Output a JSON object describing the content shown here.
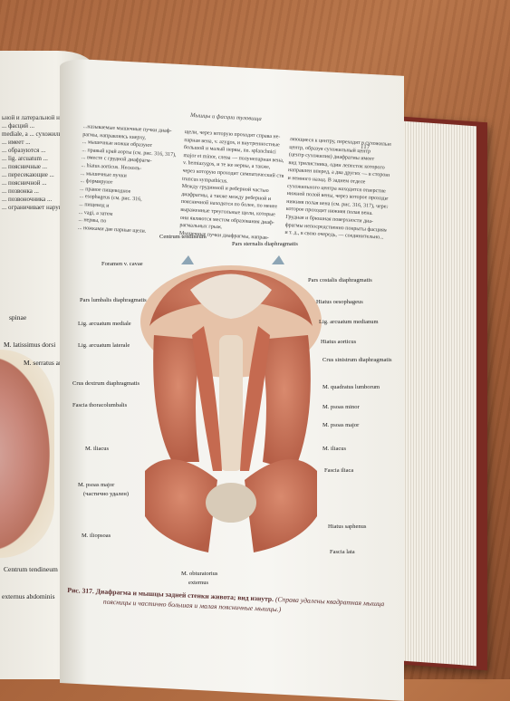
{
  "right_page": {
    "header": "Мышцы и фасции туловища",
    "page_number": "117",
    "col1": [
      "...называемые мышечные пучки диаф-",
      "рагмы, направляясь кверху,",
      "... мышечные ножки образуют",
      "... правый край аорты (см. рис. 316, 317),",
      "... вместе с грудной диафрагм-",
      "... hiatus aorticus. Несколь-",
      "... мышечные пучки",
      "... формируют",
      "... правое пищеводное",
      "... esophageus (см. рис. 316,",
      "... пищевод и",
      "... vagi, а затем",
      "... нервы, по",
      "... ножками две парные щели."
    ],
    "col2": [
      "щели, через которую проходят справа не-",
      "парная вена, v. azygos, и внутренностные",
      "большой и малый нервы, nn. splanchnici",
      "major et minor, слева — полунепарная вена,",
      "v. hemiazygos, и те же нервы, а также,",
      "через которую проходит симпатический ствол,",
      "truncus sympathicus.",
      "Между грудинной и реберной частью",
      "диафрагмы, а также между реберной и",
      "поясничной находятся по более, по менее",
      "выраженные треугольные щели, которые",
      "они являются местом образования диаф-",
      "рагмальных грыж.",
      "Мышечные пучки диафрагмы, направ-"
    ],
    "col3": [
      "ляющиеся к центру, переходят в сухожильный",
      "центр, образуя сухожильный центр",
      "(центр сухожилия) диафрагмы имеет",
      "вид трилистника, один лепесток которого",
      "направлен вперед, а два других — в стороны",
      "и немного назад. В заднем отделе",
      "сухожильного центра находится отверстие",
      "нижней полой вены, через которое проходит",
      "нижняя полая вена (см. рис. 316, 317), через",
      "которое проходит нижняя полая вена.",
      "Грудная и брюшная поверхности диа-",
      "фрагмы непосредственно покрыты фасциями",
      "и т. д., в свою очередь, — соединительно..."
    ],
    "figure_labels": {
      "centrum_tendineum": "Centrum tendineum",
      "pars_sternalis": "Pars sternalis diaphragmatis",
      "foramen_v_cavae": "Foramen v. cavae",
      "pars_costalis": "Pars costalis diaphragmatis",
      "pars_lumbalis": "Pars lumbalis diaphragmatis",
      "hiatus_oesophageus": "Hiatus oesophageus",
      "lig_arcuatum_mediale": "Lig. arcuatum mediale",
      "lig_arcuatum_medianum": "Lig. arcuatum medianum",
      "lig_arcuatum_laterale": "Lig. arcuatum laterale",
      "hiatus_aorticus": "Hiatus aorticus",
      "crus_sinistrum": "Crus sinistrum diaphragmatis",
      "crus_dextrum": "Crus dextrum diaphragmatis",
      "m_quadratus_lumborum": "M. quadratus lumborum",
      "fascia_thoracolumbalis": "Fascia thoracolumbalis",
      "m_psoas_minor": "M. psoas minor",
      "m_psoas_major_right": "M. psoas major",
      "m_iliacus_left": "M. iliacus",
      "m_iliacus_right": "M. iliacus",
      "fascia_iliaca": "Fascia iliaca",
      "m_psoas_major_left": "M. psoas major",
      "m_psoas_major_note": "(частично удален)",
      "m_iliopsoas": "M. iliopsoas",
      "hiatus_saphenus": "Hiatus saphenus",
      "fascia_lata": "Fascia lata",
      "m_obturatorius_1": "M. obturatorius",
      "m_obturatorius_2": "externus"
    },
    "caption_main": "Рис. 317. Диафрагма и мышцы задней стенки живота; вид изнутр.",
    "caption_italic_1": "(Справа удалены квадратная мышца",
    "caption_italic_2": "поясницы и частично большая и малая поясничные мышцы.)"
  },
  "left_page": {
    "text": [
      "ьной и латеральной наружных",
      "... фасций ...",
      "mediale, а ... сухожилия ...",
      "... имеет ...",
      "... образуются ...",
      "... lig. arcuatum ...",
      "... поясничные ...",
      "... пересекающие ...",
      "... поясничной ...",
      "... позвонка ...",
      "... позвоночника ...",
      "... ограничивает нарушения ..."
    ],
    "labels": {
      "spinae": "spinae",
      "latissimus": "M. latissimus dorsi",
      "serratus": "M. serratus anterior",
      "centrum": "Centrum tendineum",
      "externus": "externus abdominis"
    }
  },
  "colors": {
    "muscle": "#c9735a",
    "tendon": "#e6ddd4",
    "cover": "#7a2a22",
    "table": "#a8643c"
  }
}
